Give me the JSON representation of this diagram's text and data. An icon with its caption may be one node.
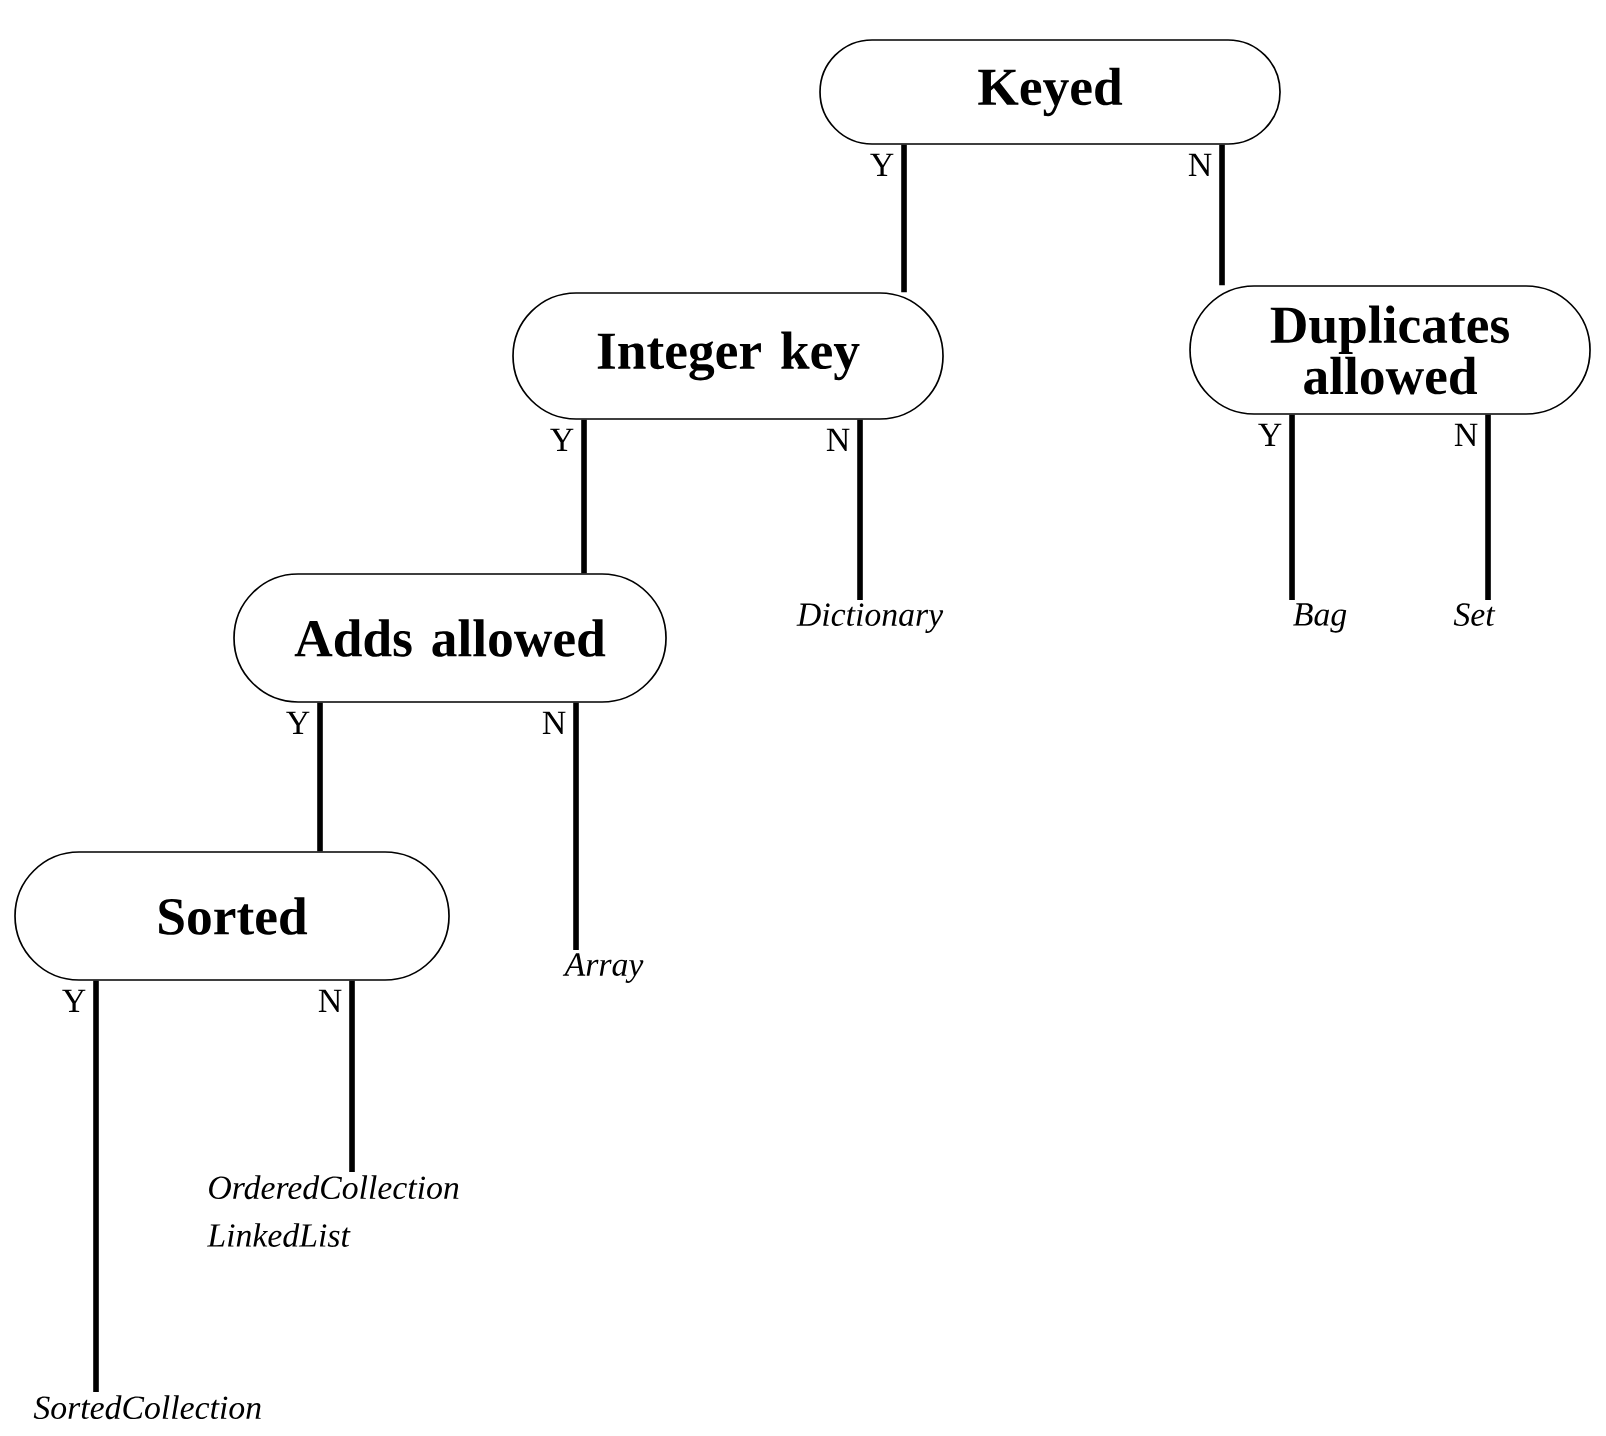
{
  "diagram": {
    "nodes": [
      {
        "text": [
          "Keyed"
        ]
      },
      {
        "text": [
          "Integer key"
        ]
      },
      {
        "text": [
          "Duplicates allowed"
        ]
      },
      {
        "text": [
          "Adds allowed"
        ]
      },
      {
        "text": [
          "Dictionary"
        ]
      },
      {
        "text": [
          "Bag"
        ]
      },
      {
        "text": [
          "Set"
        ]
      },
      {
        "text": [
          "Sorted"
        ]
      },
      {
        "text": [
          "Array"
        ]
      },
      {
        "text": [
          "OrderedCollection",
          "LinkedList"
        ]
      },
      {
        "text": [
          "SortedCollection"
        ]
      }
    ],
    "edges": [
      {
        "from": 0,
        "to": 1,
        "arrow": "none",
        "label": "Y"
      },
      {
        "from": 0,
        "to": 2,
        "arrow": "none",
        "label": "N"
      },
      {
        "from": 1,
        "to": 3,
        "arrow": "none",
        "label": "Y"
      },
      {
        "from": 1,
        "to": 4,
        "arrow": "none",
        "label": "N"
      },
      {
        "from": 2,
        "to": 5,
        "arrow": "none",
        "label": "Y"
      },
      {
        "from": 2,
        "to": 6,
        "arrow": "none",
        "label": "N"
      },
      {
        "from": 3,
        "to": 7,
        "arrow": "none",
        "label": "Y"
      },
      {
        "from": 3,
        "to": 8,
        "arrow": "none",
        "label": "N"
      },
      {
        "from": 7,
        "to": 10,
        "arrow": "none",
        "label": "Y"
      },
      {
        "from": 7,
        "to": 9,
        "arrow": "none",
        "label": "N"
      }
    ]
  }
}
